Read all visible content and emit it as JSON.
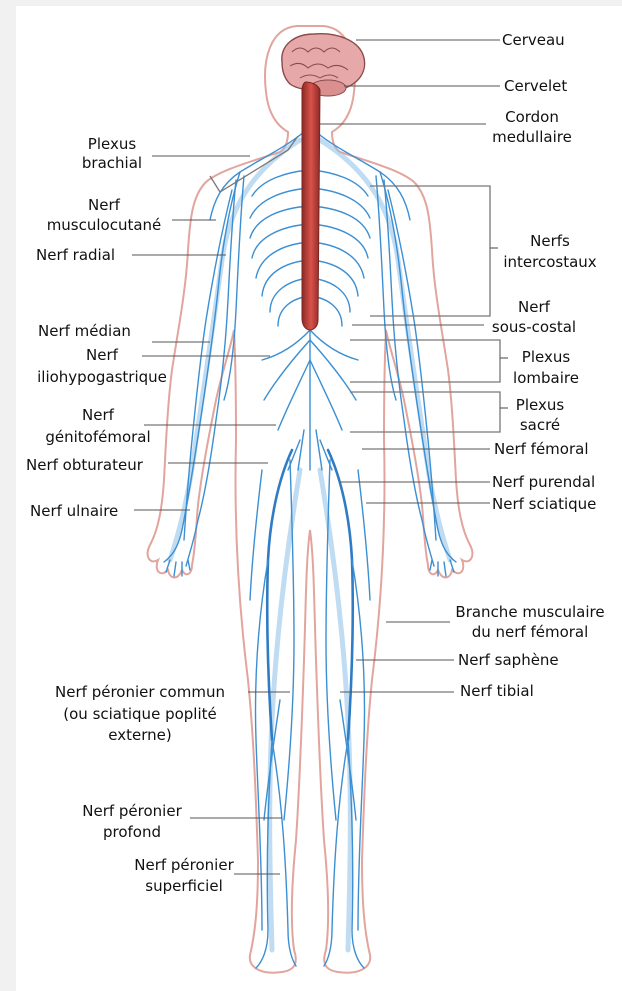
{
  "diagram": {
    "labels": {
      "cerveau": "Cerveau",
      "cervelet": "Cervelet",
      "cordon_1": "Cordon",
      "cordon_2": "medullaire",
      "plexus_brachial_1": "Plexus",
      "plexus_brachial_2": "brachial",
      "musculocutane_1": "Nerf",
      "musculocutane_2": "musculocutané",
      "radial": "Nerf radial",
      "intercostaux_1": "Nerfs",
      "intercostaux_2": "intercostaux",
      "sous_costal_1": "Nerf",
      "sous_costal_2": "sous-costal",
      "median": "Nerf médian",
      "iliohypogastrique_1": "Nerf",
      "iliohypogastrique_2": "iliohypogastrique",
      "lombaire_1": "Plexus",
      "lombaire_2": "lombaire",
      "sacre_1": "Plexus",
      "sacre_2": "sacré",
      "genitofemoral_1": "Nerf",
      "genitofemoral_2": "génitofémoral",
      "femoral": "Nerf fémoral",
      "obturateur": "Nerf obturateur",
      "purendal": "Nerf purendal",
      "ulnaire": "Nerf ulnaire",
      "sciatique": "Nerf sciatique",
      "branche_1": "Branche musculaire",
      "branche_2": "du nerf fémoral",
      "saphene": "Nerf saphène",
      "tibial": "Nerf tibial",
      "peronier_commun_1": "Nerf péronier commun",
      "peronier_commun_2": "(ou sciatique poplité",
      "peronier_commun_3": "externe)",
      "peronier_profond_1": "Nerf péronier",
      "peronier_profond_2": "profond",
      "peronier_superficiel_1": "Nerf péronier",
      "peronier_superficiel_2": "superficiel"
    },
    "colors": {
      "body_outline": "#e2a59d",
      "body_fill": "#ffffff",
      "nerves": "#3c8fd2",
      "spinal_cord": "#c5403a",
      "brain": "#e6a8a8",
      "leader_lines": "#555555"
    }
  }
}
